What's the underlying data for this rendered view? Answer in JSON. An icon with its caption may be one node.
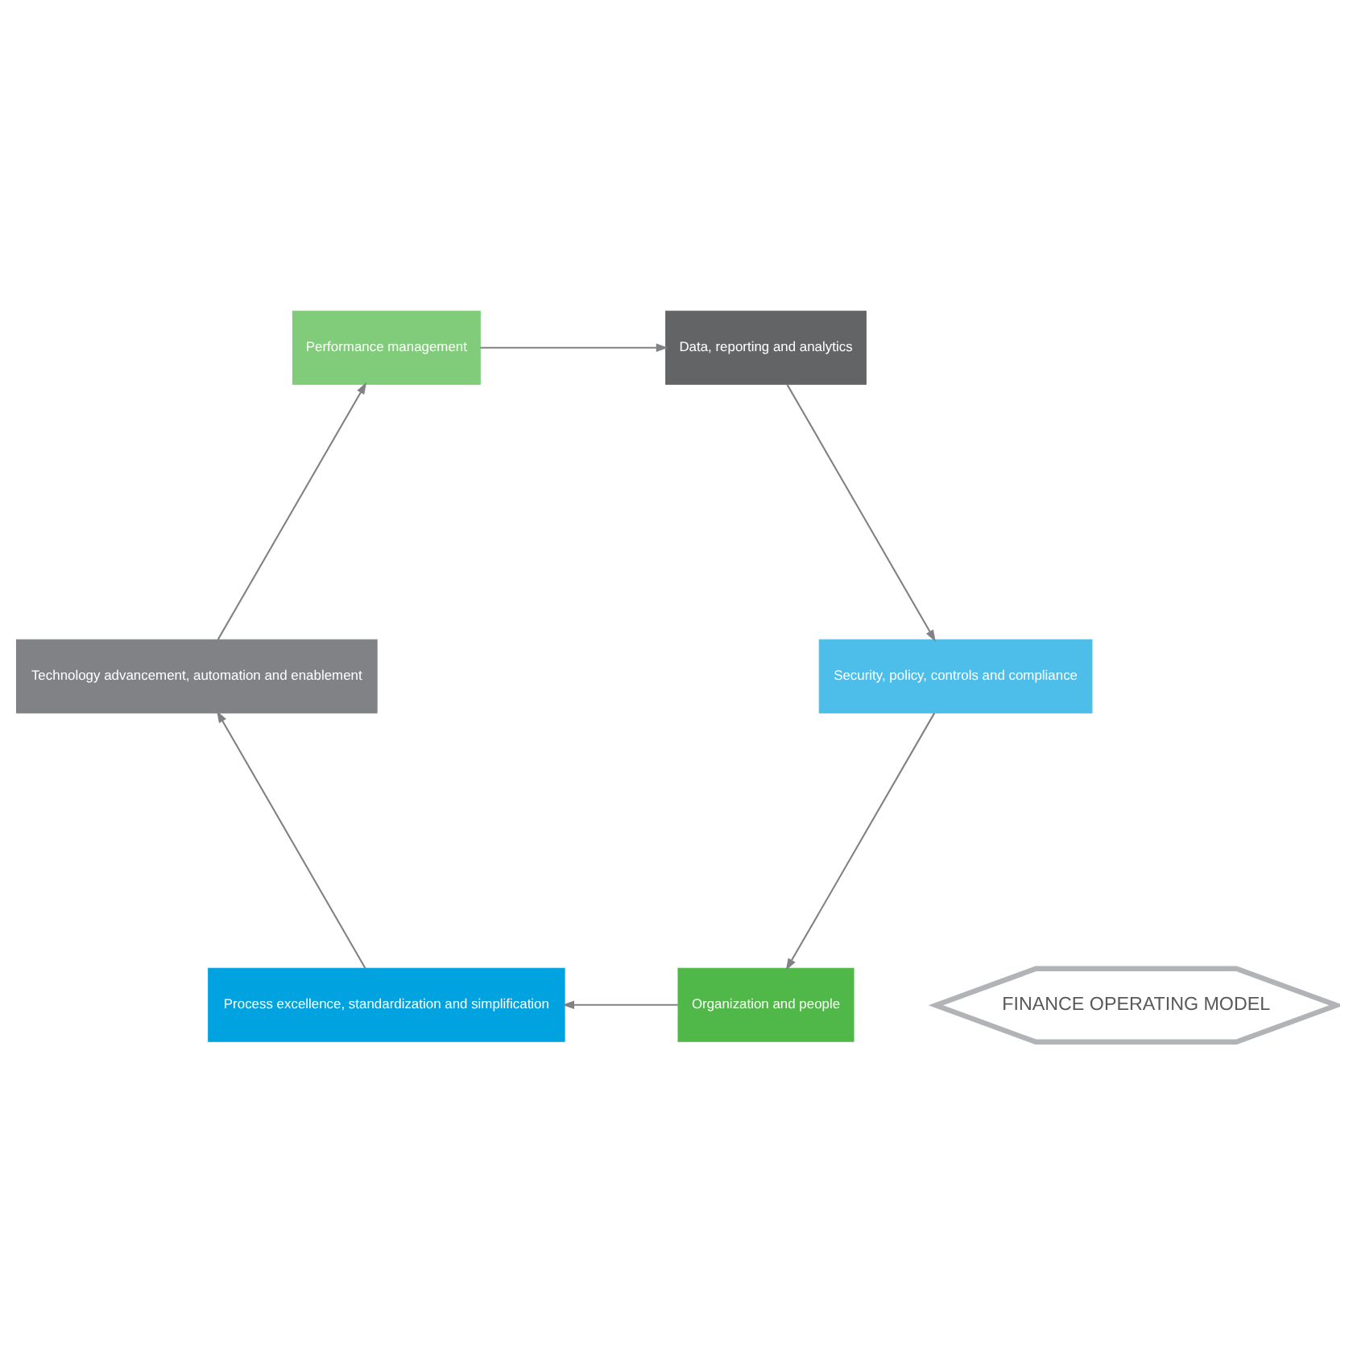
{
  "diagram": {
    "nodes": [
      {
        "text": [
          "FINANCE OPERATING MODEL"
        ]
      },
      {
        "text": [
          "Organization and people"
        ]
      },
      {
        "text": [
          "Process excellence, standardization and simplification"
        ]
      },
      {
        "text": [
          "Technology advancement, automation and enablement"
        ]
      },
      {
        "text": [
          "Performance management"
        ]
      },
      {
        "text": [
          "Data, reporting and analytics"
        ]
      },
      {
        "text": [
          "Security, policy, controls and compliance"
        ]
      }
    ],
    "edges": [
      {
        "from": 1,
        "to": 2,
        "arrow": "to"
      },
      {
        "from": 2,
        "to": 3,
        "arrow": "to"
      },
      {
        "from": 3,
        "to": 4,
        "arrow": "to"
      },
      {
        "from": 4,
        "to": 5,
        "arrow": "to"
      },
      {
        "from": 5,
        "to": 6,
        "arrow": "to"
      },
      {
        "from": 6,
        "to": 1,
        "arrow": "to"
      }
    ]
  }
}
